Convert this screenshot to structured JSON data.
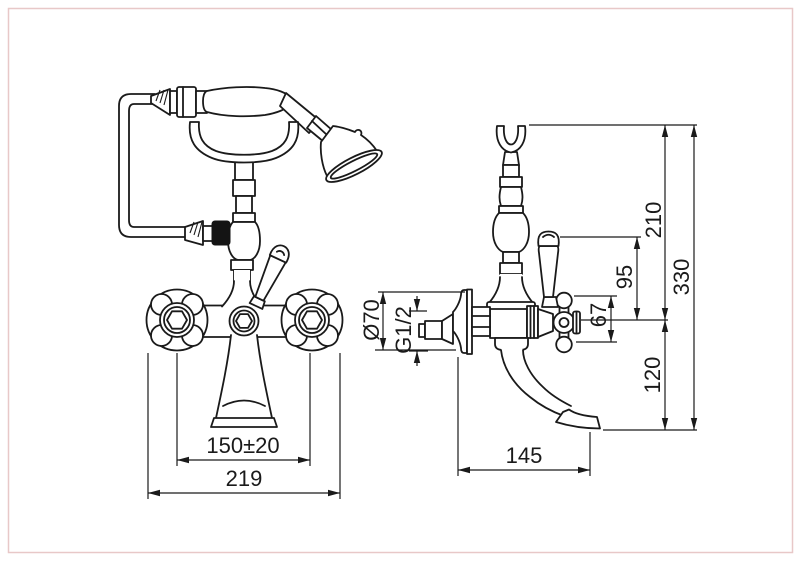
{
  "drawing": {
    "background": "#ffffff",
    "frame_color": "#e8c8c8",
    "line_color": "#1a1a1a",
    "hose_nut_color": "#141414"
  },
  "dimensions": {
    "handle_spacing": "150±20",
    "overall_width": "219",
    "spout_reach": "145",
    "escutcheon_diameter": "Ø70",
    "connection_thread": "G1/2",
    "handle_span": "67",
    "lever_top_offset": "95",
    "upper_height": "210",
    "total_height": "330",
    "spout_drop": "120"
  }
}
